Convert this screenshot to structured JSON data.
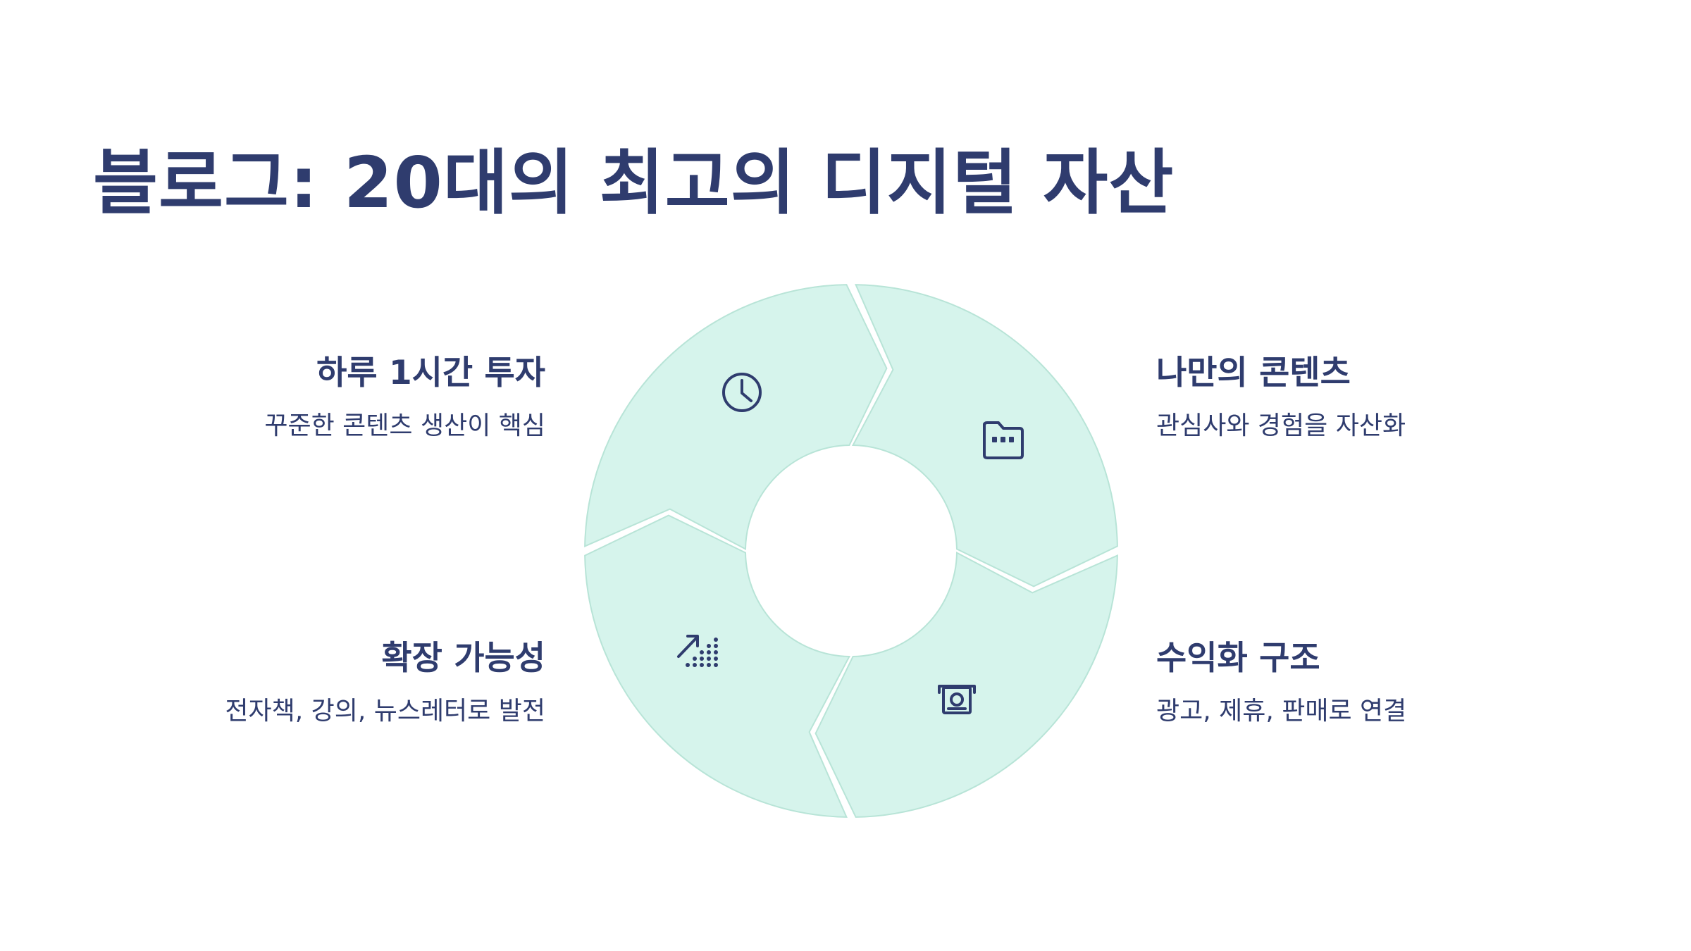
{
  "title": "블로그: 20대의 최고의 디지털 자산",
  "steps": [
    {
      "heading": "하루 1시간 투자",
      "description": "꾸준한 콘텐츠 생산이 핵심",
      "icon": "clock-icon"
    },
    {
      "heading": "나만의 콘텐츠",
      "description": "관심사와 경험을 자산화",
      "icon": "folder-icon"
    },
    {
      "heading": "수익화 구조",
      "description": "광고, 제휴, 판매로 연결",
      "icon": "money-icon"
    },
    {
      "heading": "확장 가능성",
      "description": "전자책, 강의, 뉴스레터로 발전",
      "icon": "growth-chart-icon"
    }
  ],
  "colors": {
    "text": "#2f3c6e",
    "segment_fill": "#d6f4ec",
    "segment_stroke": "#b8e4d7"
  }
}
